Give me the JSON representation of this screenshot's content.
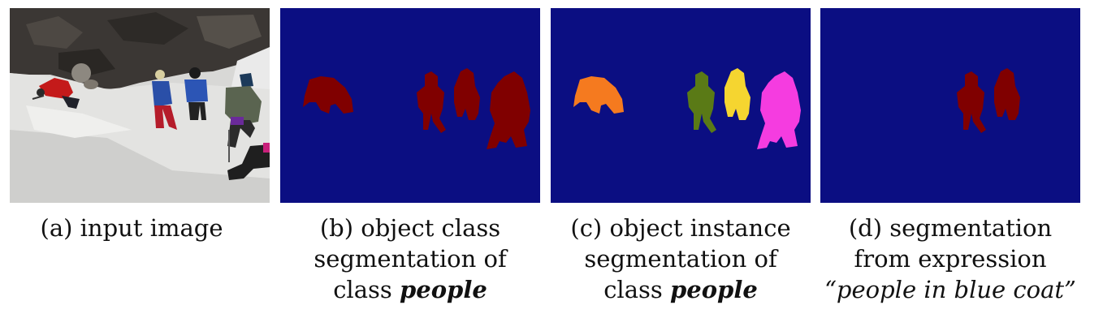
{
  "colors": {
    "background": "#0b0e82",
    "class_people": "#800000",
    "instance_1": "#f57a1f",
    "instance_2": "#5a7a16",
    "instance_3": "#f5d530",
    "instance_4": "#f53ce0"
  },
  "captions": {
    "a": {
      "label": "(a) input image"
    },
    "b": {
      "line1": "(b) object class",
      "line2": "segmentation of",
      "line3_prefix": "class ",
      "line3_emph": "people"
    },
    "c": {
      "line1": "(c) object instance",
      "line2": "segmentation of",
      "line3_prefix": "class ",
      "line3_emph": "people"
    },
    "d": {
      "line1": "(d) segmentation",
      "line2": "from expression",
      "line3": "“people in blue coat”"
    }
  }
}
